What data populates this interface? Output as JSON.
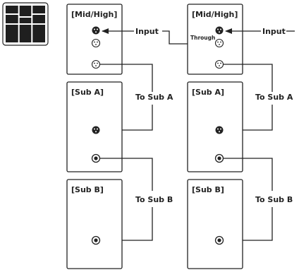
{
  "icon": "array-grid-icon",
  "colors": {
    "line": "#222222",
    "icon": "#1f1f1f",
    "background": "#ffffff"
  },
  "columns": [
    {
      "top": {
        "title": "[Mid/High]",
        "input_label": "Input",
        "through_label": ""
      },
      "sub_a": {
        "title": "[Sub A]",
        "link_label": "To Sub A"
      },
      "sub_b": {
        "title": "[Sub B]",
        "link_label": "To Sub B"
      }
    },
    {
      "top": {
        "title": "[Mid/High]",
        "input_label": "Input",
        "through_label": "Through"
      },
      "sub_a": {
        "title": "[Sub A]",
        "link_label": "To Sub A"
      },
      "sub_b": {
        "title": "[Sub B]",
        "link_label": "To Sub B"
      }
    }
  ]
}
